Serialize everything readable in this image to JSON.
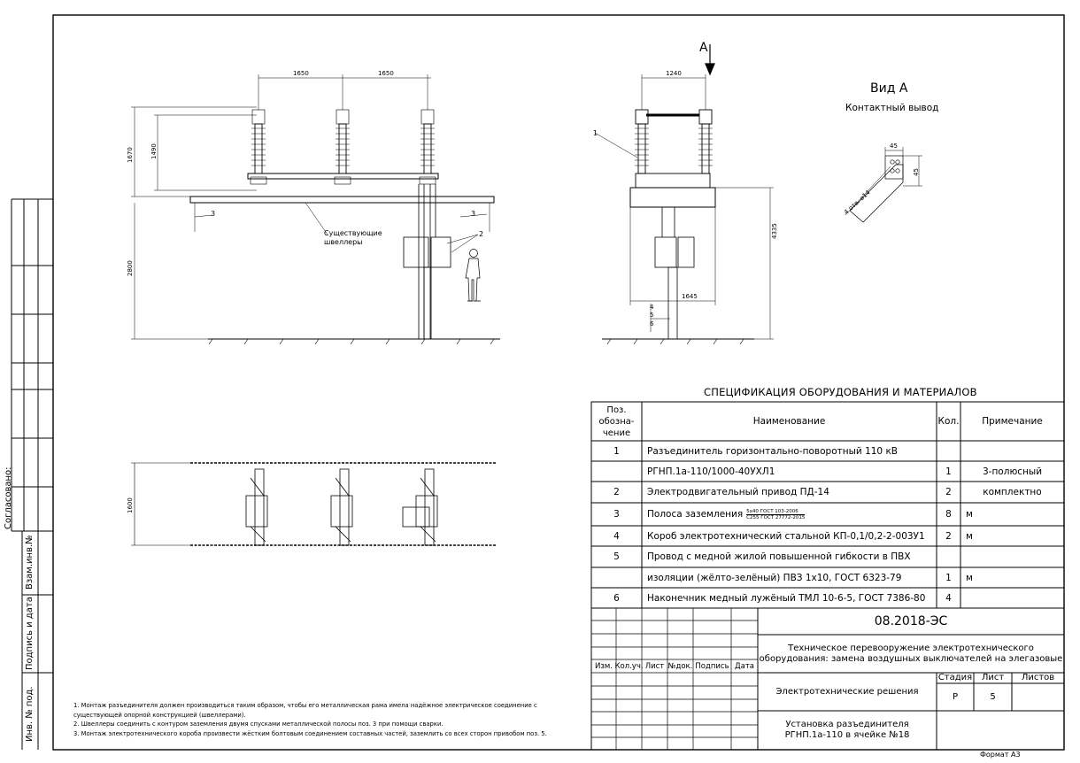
{
  "view_a": {
    "title": "Вид А",
    "subtitle": "Контактный вывод",
    "arrow_label": "А"
  },
  "dimensions": {
    "span_1": "1650",
    "span_2": "1650",
    "height_total": "1670",
    "height_insulator": "1490",
    "height_base": "2800",
    "width_side": "1240",
    "height_side": "4335",
    "width_box": "1645",
    "plan_depth": "1600",
    "hole_w": "45",
    "hole_h": "45",
    "holes": "4 отв. ⌀14"
  },
  "callouts": {
    "p1": "1",
    "p2": "2",
    "p3a": "3",
    "p3b": "3",
    "p4": "4",
    "p5": "5",
    "p6": "6",
    "beams": "Существующие\nшвеллеры"
  },
  "spec": {
    "title": "СПЕЦИФИКАЦИЯ ОБОРУДОВАНИЯ И МАТЕРИАЛОВ",
    "headers": {
      "pos": "Поз. обозна- чение",
      "name": "Наименование",
      "qty": "Кол.",
      "note": "Примечание"
    },
    "rows": [
      {
        "pos": "1",
        "name": "Разъединитель горизонтально-поворотный 110 кВ",
        "qty": "",
        "note": ""
      },
      {
        "pos": "",
        "name": "РГНП.1а-110/1000-40УХЛ1",
        "qty": "1",
        "note": "3-полюсный"
      },
      {
        "pos": "2",
        "name": "Электродвигательный привод ПД-14",
        "qty": "2",
        "note": "комплектно"
      },
      {
        "pos": "3",
        "name": "Полоса заземления",
        "qty": "8",
        "note": "м",
        "frac_top": "5х40 ГОСТ 103-2006",
        "frac_bottom": "С255 ГОСТ 27772-2015"
      },
      {
        "pos": "4",
        "name": "Короб электротехнический стальной КП-0,1/0,2-2-003У1",
        "qty": "2",
        "note": "м"
      },
      {
        "pos": "5",
        "name": "Провод с медной жилой повышенной гибкости в ПВХ",
        "qty": "",
        "note": ""
      },
      {
        "pos": "",
        "name": "изоляции (жёлто-зелёный) ПВЗ 1х10, ГОСТ 6323-79",
        "qty": "1",
        "note": "м"
      },
      {
        "pos": "6",
        "name": "Наконечник медный лужёный ТМЛ 10-6-5, ГОСТ 7386-80",
        "qty": "4",
        "note": ""
      }
    ]
  },
  "stamp": {
    "code": "08.2018-ЭС",
    "project": "Техническое перевооружение электротехнического оборудования: замена воздушных выключателей на элегазовые",
    "section": "Электротехнические решения",
    "sheet_title": "Установка разъединителя РГНП.1а-110 в ячейке №18",
    "col_headers": [
      "Изм.",
      "Кол.уч.",
      "Лист",
      "№док.",
      "Подпись",
      "Дата"
    ],
    "stage_label": "Стадия",
    "sheet_label": "Лист",
    "sheets_label": "Листов",
    "stage": "Р",
    "sheet": "5",
    "sheets": ""
  },
  "side_stamp": {
    "agreed": "Согласовано:",
    "inv_replace": "Взам.инв.№",
    "sign_date": "Подпись и дата",
    "inv_orig": "Инв. № под."
  },
  "notes": [
    "1. Монтаж разъединителя должен производиться таким образом, чтобы его металлическая рама имела надёжное электрическое соединение с",
    "существующей опорной конструкцией (швеллерами).",
    "2. Швеллеры соединить с контуром заземления двумя спусками металлической полосы поз. 3 при помощи сварки.",
    "3. Монтаж электротехнического короба произвести жёстким болтовым соединением составных частей, заземлить со всех сторон привобом поз. 5."
  ],
  "format": "Формат А3"
}
